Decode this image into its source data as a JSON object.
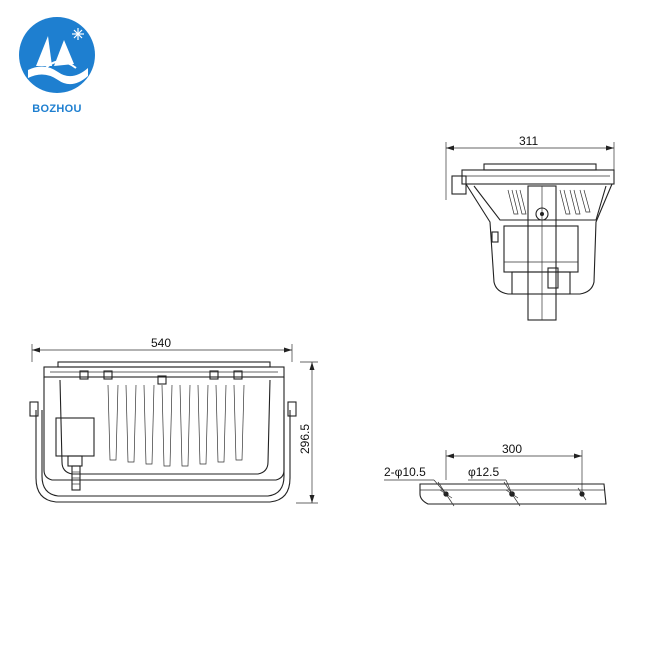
{
  "brand": {
    "name": "BOZHOU",
    "logo_colors": {
      "circle": "#1e7fd0",
      "text": "#1e7fd0",
      "accent": "#ffffff"
    }
  },
  "dimensions": {
    "front_width": "540",
    "front_height": "296.5",
    "side_width": "311",
    "bracket_spacing": "300",
    "bracket_holes": "2-φ10.5",
    "bracket_center_hole": "φ12.5"
  },
  "views": [
    "front-view",
    "side-view",
    "mounting-bracket"
  ]
}
